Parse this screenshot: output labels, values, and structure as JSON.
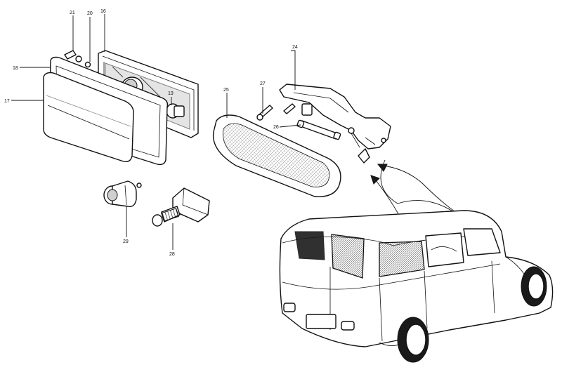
{
  "diagram": {
    "title": "Exploded parts diagram: rear lamp, interior lamp, switches",
    "callouts": {
      "c21": "21",
      "c20": "20",
      "c16": "16",
      "c18": "18",
      "c17": "17",
      "c19": "19",
      "c24": "24",
      "c27": "27",
      "c25": "25",
      "c26": "26",
      "c29": "29",
      "c28": "28"
    }
  }
}
